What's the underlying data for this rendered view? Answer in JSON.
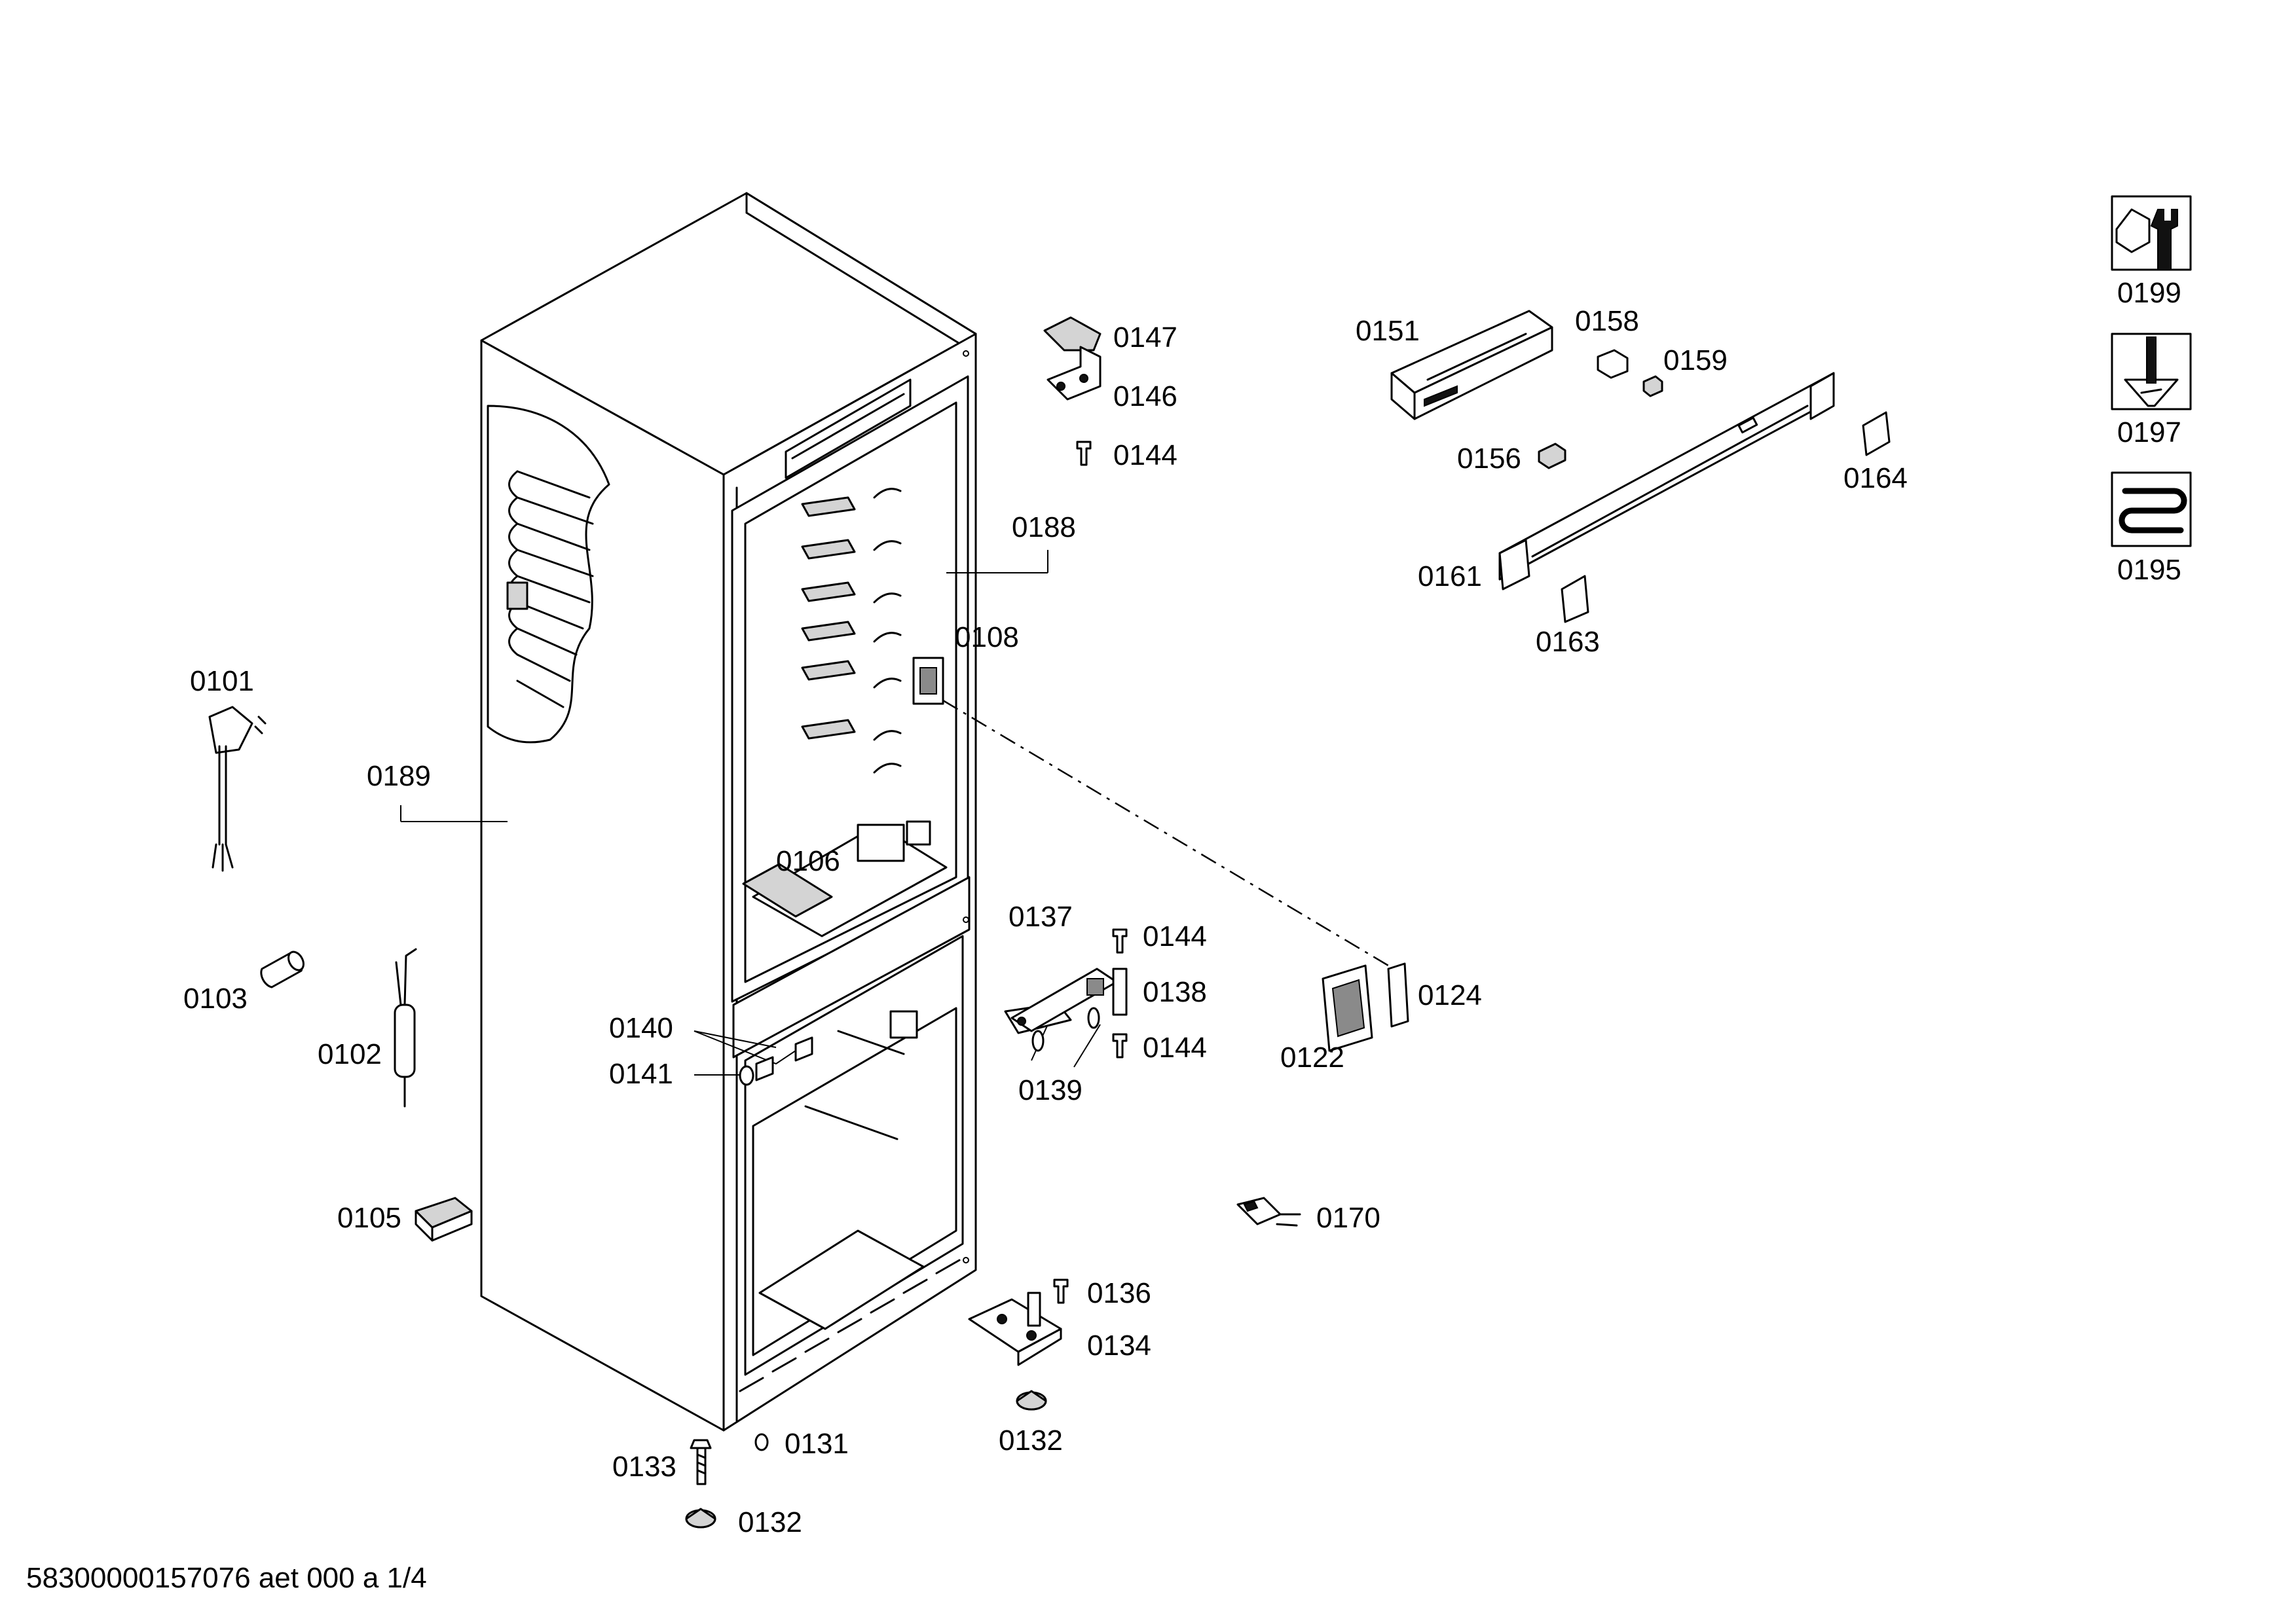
{
  "footer": {
    "document_id": "58300000157076 aet 000 a 1/4"
  },
  "part_labels": {
    "p0101": "0101",
    "p0102": "0102",
    "p0103": "0103",
    "p0105": "0105",
    "p0106": "0106",
    "p0108": "0108",
    "p0122": "0122",
    "p0124": "0124",
    "p0131": "0131",
    "p0132a": "0132",
    "p0132b": "0132",
    "p0133": "0133",
    "p0134": "0134",
    "p0136": "0136",
    "p0137": "0137",
    "p0138": "0138",
    "p0139": "0139",
    "p0140": "0140",
    "p0141": "0141",
    "p0144a": "0144",
    "p0144b": "0144",
    "p0144c": "0144",
    "p0146": "0146",
    "p0147": "0147",
    "p0151": "0151",
    "p0156": "0156",
    "p0158": "0158",
    "p0159": "0159",
    "p0161": "0161",
    "p0163": "0163",
    "p0164": "0164",
    "p0170": "0170",
    "p0188": "0188",
    "p0189": "0189",
    "p0195": "0195",
    "p0197": "0197",
    "p0199": "0199"
  },
  "legend_icons": [
    {
      "label": "0199",
      "icon": "wrench-nut-icon"
    },
    {
      "label": "0197",
      "icon": "screwdriver-screw-icon"
    },
    {
      "label": "0195",
      "icon": "heating-coil-icon"
    }
  ]
}
